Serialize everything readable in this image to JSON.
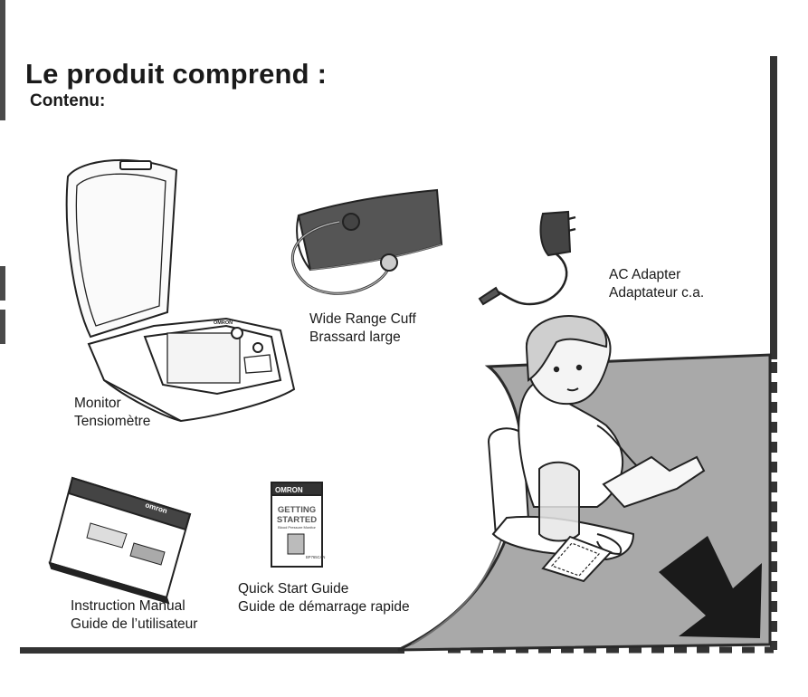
{
  "header": {
    "title": "Le produit comprend :",
    "subtitle": "Contenu:"
  },
  "items": {
    "monitor": {
      "line1": "Monitor",
      "line2": "Tensiomètre",
      "brand": "OMRON"
    },
    "cuff": {
      "line1": "Wide Range Cuff",
      "line2": "Brassard large"
    },
    "adapter": {
      "line1": "AC Adapter",
      "line2": "Adaptateur c.a."
    },
    "manual": {
      "line1": "Instruction Manual",
      "line2": "Guide de l’utilisateur",
      "brand": "omron"
    },
    "quick_start": {
      "line1": "Quick Start Guide",
      "line2": "Guide de démarrage rapide",
      "brand": "OMRON",
      "cover_title_1": "GETTING",
      "cover_title_2": "STARTED",
      "cover_subtitle": "Blood Pressure Monitor",
      "cover_model": "BP765CAN"
    }
  },
  "colors": {
    "frame": "#333333",
    "page_curl": "#a8a8a8",
    "arrow": "#1a1a1a"
  },
  "icons": [
    "next-page-arrow-icon"
  ]
}
